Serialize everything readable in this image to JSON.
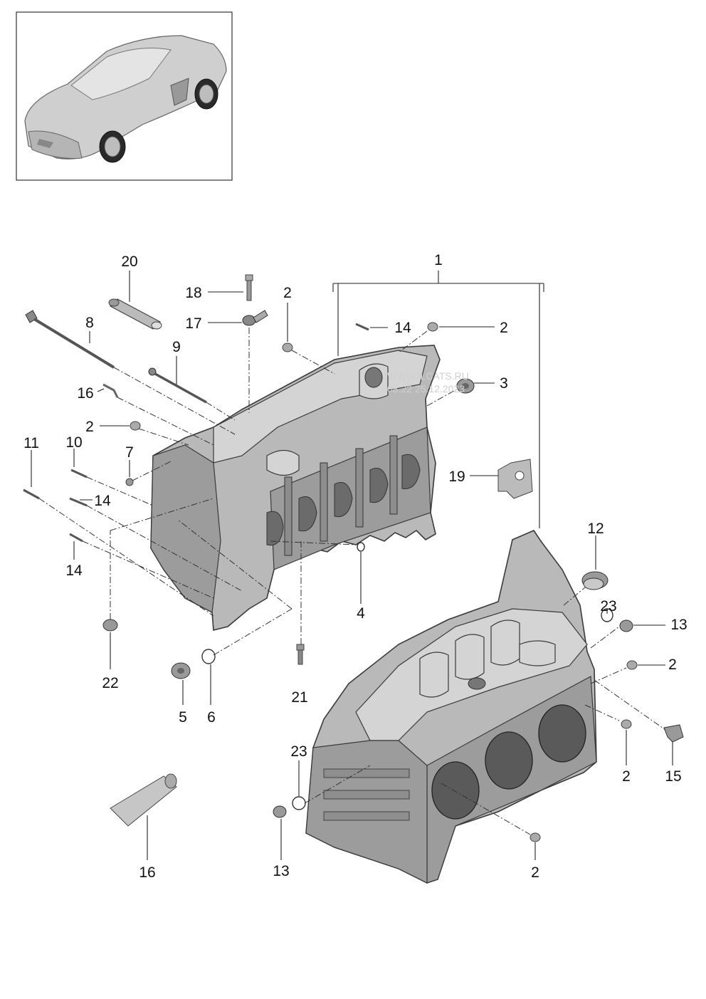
{
  "watermark": {
    "line1": "WWW.ILCATS.RU",
    "line2": "08.22 25.12.2023"
  },
  "callouts": [
    {
      "id": "c1",
      "label": "1"
    },
    {
      "id": "c20",
      "label": "20"
    },
    {
      "id": "c18",
      "label": "18"
    },
    {
      "id": "c2a",
      "label": "2"
    },
    {
      "id": "c14a",
      "label": "14"
    },
    {
      "id": "c2b",
      "label": "2"
    },
    {
      "id": "c17",
      "label": "17"
    },
    {
      "id": "c8",
      "label": "8"
    },
    {
      "id": "c9",
      "label": "9"
    },
    {
      "id": "c3",
      "label": "3"
    },
    {
      "id": "c16a",
      "label": "16"
    },
    {
      "id": "c2c",
      "label": "2"
    },
    {
      "id": "c11",
      "label": "11"
    },
    {
      "id": "c10",
      "label": "10"
    },
    {
      "id": "c7",
      "label": "7"
    },
    {
      "id": "c19",
      "label": "19"
    },
    {
      "id": "c14b",
      "label": "14"
    },
    {
      "id": "c14c",
      "label": "14"
    },
    {
      "id": "c12",
      "label": "12"
    },
    {
      "id": "c4",
      "label": "4"
    },
    {
      "id": "c23a",
      "label": "23"
    },
    {
      "id": "c13a",
      "label": "13"
    },
    {
      "id": "c22",
      "label": "22"
    },
    {
      "id": "c2d",
      "label": "2"
    },
    {
      "id": "c21",
      "label": "21"
    },
    {
      "id": "c5",
      "label": "5"
    },
    {
      "id": "c6",
      "label": "6"
    },
    {
      "id": "c23b",
      "label": "23"
    },
    {
      "id": "c2e",
      "label": "2"
    },
    {
      "id": "c15",
      "label": "15"
    },
    {
      "id": "c16b",
      "label": "16"
    },
    {
      "id": "c13b",
      "label": "13"
    },
    {
      "id": "c2f",
      "label": "2"
    }
  ]
}
